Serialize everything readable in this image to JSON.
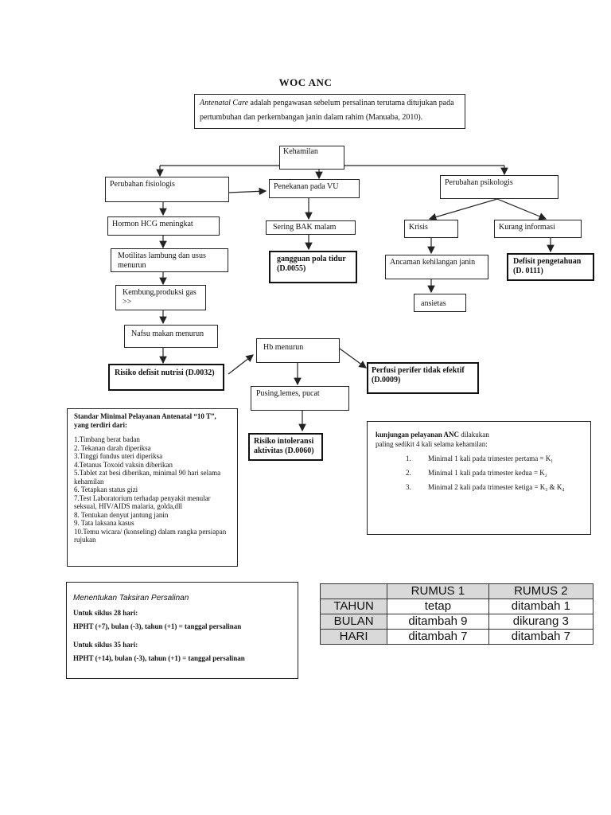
{
  "title": "WOC ANC",
  "definition": {
    "term": "Antenatal Care",
    "text": " adalah pengawasan sebelum persalinan terutama ditujukan pada pertumbuhan dan perkembangan janin dalam rahim (Manuaba, 2010)."
  },
  "nodes": {
    "kehamilan": "Kehamilan",
    "perubahan_fisiologis": "Perubahan fisiologis",
    "penekanan_vu": "Penekanan pada VU",
    "perubahan_psikologis": "Perubahan psikologis",
    "hormon_hcg": "Hormon HCG meningkat",
    "sering_bak": "Sering BAK malam",
    "krisis": "Krisis",
    "kurang_informasi": "Kurang informasi",
    "motilitas": "Motilitas lambung dan usus menurun",
    "gangguan_pola_tidur": "gangguan pola tidur (D.0055)",
    "ancaman": "Ancaman kehilangan janin",
    "defisit_pengetahuan": "Defisit pengetahuan (D. 0111)",
    "kembung": "Kembung,produksi gas >>",
    "ansietas": "ansietas",
    "nafsu_makan": "Nafsu makan menurun",
    "hb_menurun": "Hb menurun",
    "risiko_defisit_nutrisi": "Risiko defisit nutrisi (D.0032)",
    "perfusi": "Perfusi perifer tidak efektif (D.0009)",
    "pusing": "Pusing,lemes, pucat",
    "intoleransi": "Risiko intoleransi aktivitas (D.0060)"
  },
  "standar": {
    "heading": "Standar Minimal Pelayanan Antenatal “10 T”, yang terdiri dari:",
    "items": [
      "1.Timbang berat badan",
      "2. Tekanan darah diperiksa",
      "3.Tinggi fundus uteri diperiksa",
      "4.Tetanus Toxoid vaksin diberikan",
      "5.Tablet zat besi diberikan, minimal 90 hari selama kehamilan",
      "6. Tetapkan status gizi",
      "7.Test Laboratorium terhadap penyakit menular seksual, HIV/AIDS malaria, golda,dll",
      "8. Tentukan denyut jantung janin",
      "9. Tata laksana kasus",
      "10.Temu wicara/ (konseling) dalam rangka persiapan rujukan"
    ]
  },
  "kunjungan": {
    "heading": "kunjungan pelayanan ANC",
    "heading_rest": " dilakukan",
    "subheading": "paling sedikit 4 kali selama kehamilan:",
    "items": [
      {
        "num": "1.",
        "text": "Minimal 1 kali pada trimester pertama = K₁"
      },
      {
        "num": "2.",
        "text": "Minimal 1 kali pada trimester kedua = K₂"
      },
      {
        "num": "3.",
        "text": "Minimal 2 kali pada trimester ketiga = K₃ & K₄"
      }
    ]
  },
  "taksiran": {
    "title": "Menentukan Taksiran Persalinan",
    "label_28": "Untuk siklus 28 hari:",
    "formula_28": "HPHT (+7), bulan (-3), tahun (+1) = tanggal persalinan",
    "label_35": "Untuk siklus 35 hari:",
    "formula_35": "HPHT (+14), bulan (-3), tahun (+1) = tanggal persalinan"
  },
  "rumus_table": {
    "headers": [
      "",
      "RUMUS 1",
      "RUMUS 2"
    ],
    "rows": [
      {
        "label": "TAHUN",
        "r1": "tetap",
        "r2": "ditambah 1"
      },
      {
        "label": "BULAN",
        "r1": "ditambah 9",
        "r2": "dikurang 3"
      },
      {
        "label": "HARI",
        "r1": "ditambah 7",
        "r2": "ditambah 7"
      }
    ]
  }
}
